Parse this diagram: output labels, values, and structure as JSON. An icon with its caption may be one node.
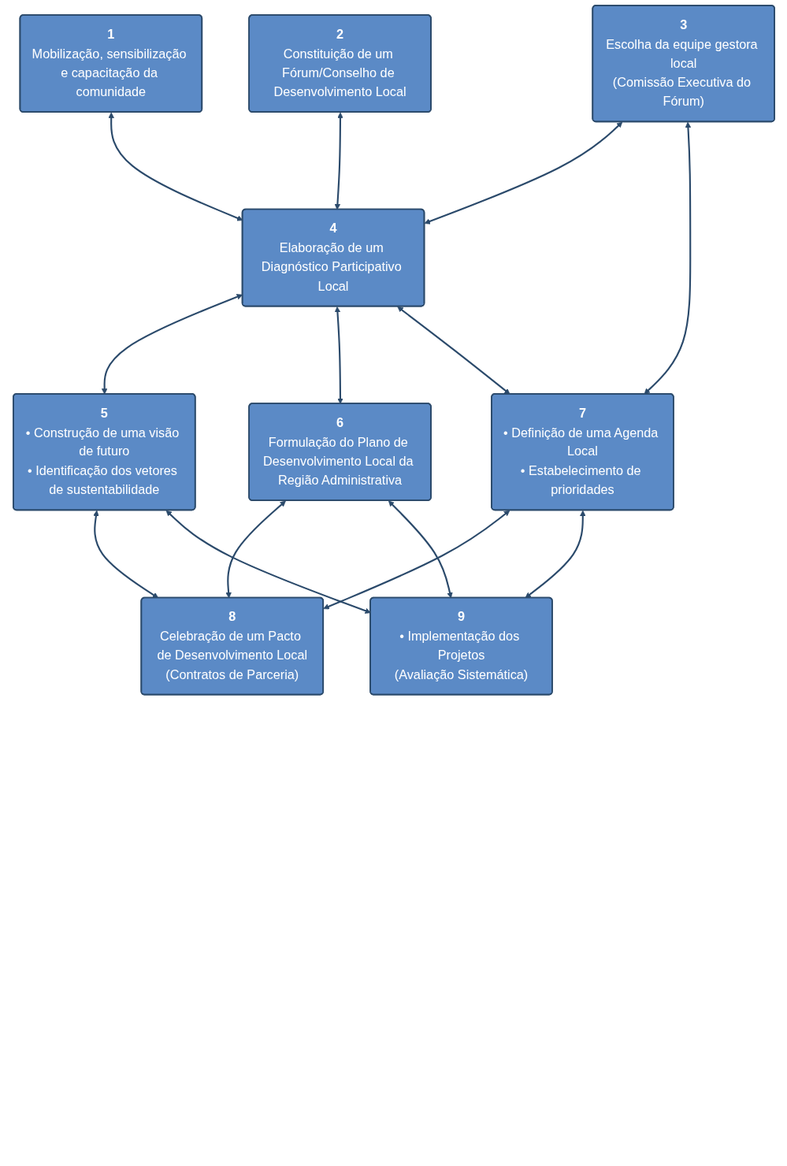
{
  "diagram": {
    "nodes": [
      {
        "text": [
          "1",
          "Mobilização, sensibilização e capacitação da comunidade"
        ]
      },
      {
        "text": [
          "2",
          "Constituição de um Fórum/Conselho de Desenvolvimento Local"
        ]
      },
      {
        "text": [
          "3",
          "Escolha da equipe gestora local",
          "(Comissão Executiva do Fórum)"
        ]
      },
      {
        "text": [
          "4",
          "Elaboração de um Diagnóstico Participativo Local"
        ]
      },
      {
        "text": [
          "5",
          "• Construção de uma visão de futuro",
          "• Identificação dos vetores de sustentabilidade"
        ]
      },
      {
        "text": [
          "6",
          "Formulação do Plano de Desenvolvimento Local da Região Administrativa"
        ]
      },
      {
        "text": [
          "7",
          "• Definição de uma Agenda Local",
          "• Estabelecimento de prioridades"
        ]
      },
      {
        "text": [
          "8",
          "Celebração de um Pacto de Desenvolvimento Local",
          "(Contratos de Parceria)"
        ]
      },
      {
        "text": [
          "9",
          "• Implementação dos Projetos",
          "(Avaliação Sistemática)"
        ]
      }
    ],
    "edges": [
      {
        "from": 0,
        "to": 3,
        "arrow": "both"
      },
      {
        "from": 1,
        "to": 3,
        "arrow": "both"
      },
      {
        "from": 2,
        "to": 3,
        "arrow": "both"
      },
      {
        "from": 2,
        "to": 6,
        "arrow": "both"
      },
      {
        "from": 3,
        "to": 4,
        "arrow": "both"
      },
      {
        "from": 3,
        "to": 5,
        "arrow": "both"
      },
      {
        "from": 3,
        "to": 6,
        "arrow": "both"
      },
      {
        "from": 4,
        "to": 7,
        "arrow": "both"
      },
      {
        "from": 5,
        "to": 7,
        "arrow": "both"
      },
      {
        "from": 6,
        "to": 7,
        "arrow": "both"
      },
      {
        "from": 4,
        "to": 8,
        "arrow": "both"
      },
      {
        "from": 5,
        "to": 8,
        "arrow": "both"
      },
      {
        "from": 6,
        "to": 8,
        "arrow": "both"
      }
    ]
  }
}
